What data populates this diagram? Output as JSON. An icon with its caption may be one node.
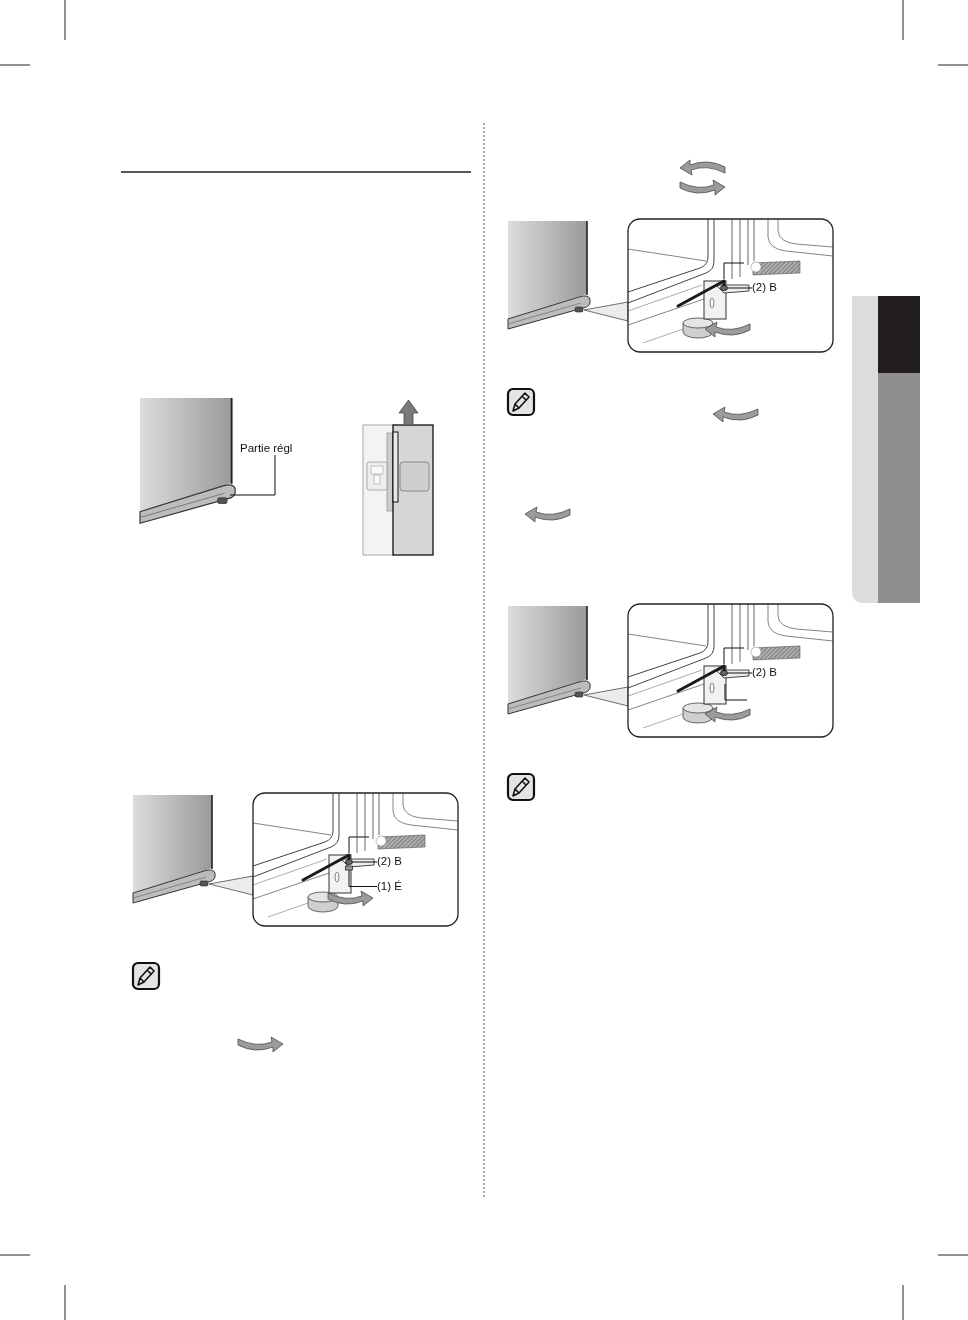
{
  "diagram": {
    "nodes": [
      {
        "text": [
          "Partie régl"
        ]
      },
      {
        "text": [
          "(2) B"
        ]
      },
      {
        "text": [
          "(1) É"
        ]
      },
      {
        "text": [
          "(2) B"
        ]
      },
      {
        "text": [
          "(2) B"
        ]
      },
      {
        "text": [],
        "shape": "circle"
      },
      {
        "text": [],
        "shape": "box"
      },
      {
        "text": [],
        "shape": "circle"
      },
      {
        "text": [],
        "shape": "circle"
      }
    ],
    "edges": [
      {
        "from": 0,
        "to": null,
        "arrow": "none"
      },
      {
        "from": 1,
        "to": 5,
        "arrow": "none"
      },
      {
        "from": 2,
        "to": 6,
        "arrow": "none"
      },
      {
        "from": 3,
        "to": 7,
        "arrow": "none"
      },
      {
        "from": 4,
        "to": 8,
        "arrow": "none"
      }
    ]
  }
}
